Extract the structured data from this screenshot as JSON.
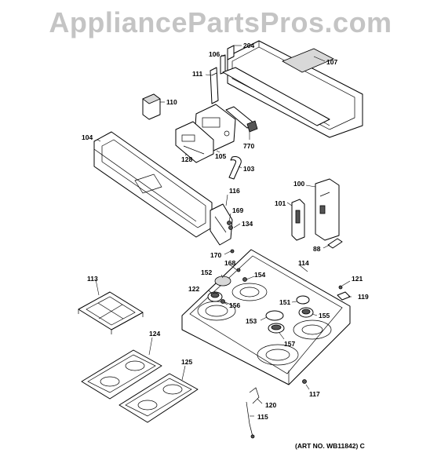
{
  "watermark": "AppliancePartsPros.com",
  "art_number": "(ART NO. WB11842) C",
  "labels": {
    "p204": "204",
    "p106": "106",
    "p107": "107",
    "p111": "111",
    "p110": "110",
    "p770": "770",
    "p105": "105",
    "p128": "128",
    "p104": "104",
    "p103": "103",
    "p116": "116",
    "p169": "169",
    "p134": "134",
    "p100": "100",
    "p101": "101",
    "p88": "88",
    "p170": "170",
    "p168": "168",
    "p114": "114",
    "p152": "152",
    "p154": "154",
    "p122": "122",
    "p156": "156",
    "p113": "113",
    "p121": "121",
    "p119": "119",
    "p151": "151",
    "p155": "155",
    "p153": "153",
    "p157": "157",
    "p124": "124",
    "p125": "125",
    "p117": "117",
    "p120": "120",
    "p115": "115"
  }
}
